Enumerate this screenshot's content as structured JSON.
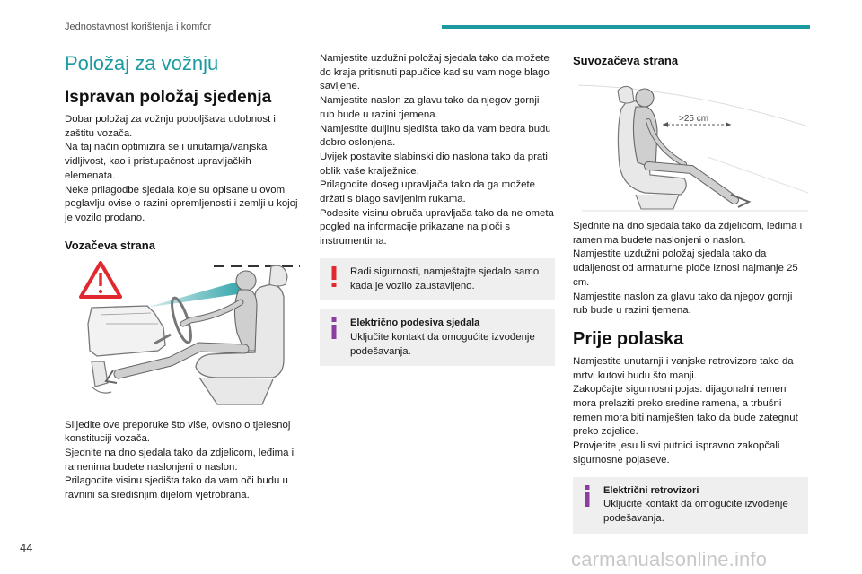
{
  "header": {
    "title": "Jednostavnost korištenja i komfor"
  },
  "page_number": "44",
  "watermark": "carmanualsonline.info",
  "section_title": "Položaj za vožnju",
  "col1": {
    "heading": "Ispravan položaj sjedenja",
    "intro": "Dobar položaj za vožnju poboljšava udobnost i zaštitu vozača.\nNa taj način optimizira se i unutarnja/vanjska vidljivost, kao i pristupačnost upravljačkih elemenata.\nNeke prilagodbe sjedala koje su opisane u ovom poglavlju ovise o razini opremljenosti i zemlji u kojoj je vozilo prodano.",
    "driver_heading": "Vozačeva strana",
    "driver_text": "Slijedite ove preporuke što više, ovisno o tjelesnoj konstituciji vozača.\nSjednite na dno sjedala tako da zdjelicom, leđima i ramenima budete naslonjeni o naslon.\nPrilagodite visinu sjedišta tako da vam oči budu u ravnini sa središnjim dijelom vjetrobrana."
  },
  "col2": {
    "text": "Namjestite uzdužni položaj sjedala tako da možete do kraja pritisnuti papučice kad su vam noge blago savijene.\nNamjestite naslon za glavu tako da njegov gornji rub bude u razini tjemena.\nNamjestite duljinu sjedišta tako da vam bedra budu dobro oslonjena.\nUvijek postavite slabinski dio naslona tako da prati oblik vaše kralježnice.\nPrilagodite doseg upravljača tako da ga možete držati s blago savijenim rukama.\nPodesite visinu obruča upravljača tako da ne ometa pogled na informacije prikazane na ploči s instrumentima.",
    "warning_text": "Radi sigurnosti, namještajte sjedalo samo kada je vozilo zaustavljeno.",
    "info_title": "Električno podesiva sjedala",
    "info_text": "Uključite kontakt da omogućite izvođenje podešavanja."
  },
  "col3": {
    "passenger_heading": "Suvozačeva strana",
    "distance_label": ">25 cm",
    "passenger_text": "Sjednite na dno sjedala tako da zdjelicom, leđima i ramenima budete naslonjeni o naslon.\nNamjestite uzdužni položaj sjedala tako da udaljenost od armaturne ploče iznosi najmanje 25 cm.\nNamjestite naslon za glavu tako da njegov gornji rub bude u razini tjemena.",
    "before_heading": "Prije polaska",
    "before_text": "Namjestite unutarnji i vanjske retrovizore tako da mrtvi kutovi budu što manji.\nZakopčajte sigurnosni pojas: dijagonalni remen mora prelaziti preko sredine ramena, a trbušni remen mora biti namješten tako da bude zategnut preko zdjelice.\nProvjerite jesu li svi putnici ispravno zakopčali sigurnosne pojaseve.",
    "info_title": "Električni retrovizori",
    "info_text": "Uključite kontakt da omogućite izvođenje podešavanja."
  },
  "colors": {
    "accent": "#1b9aa0",
    "warning": "#e0282e",
    "info": "#8a3fa0",
    "note_bg": "#efefef"
  }
}
